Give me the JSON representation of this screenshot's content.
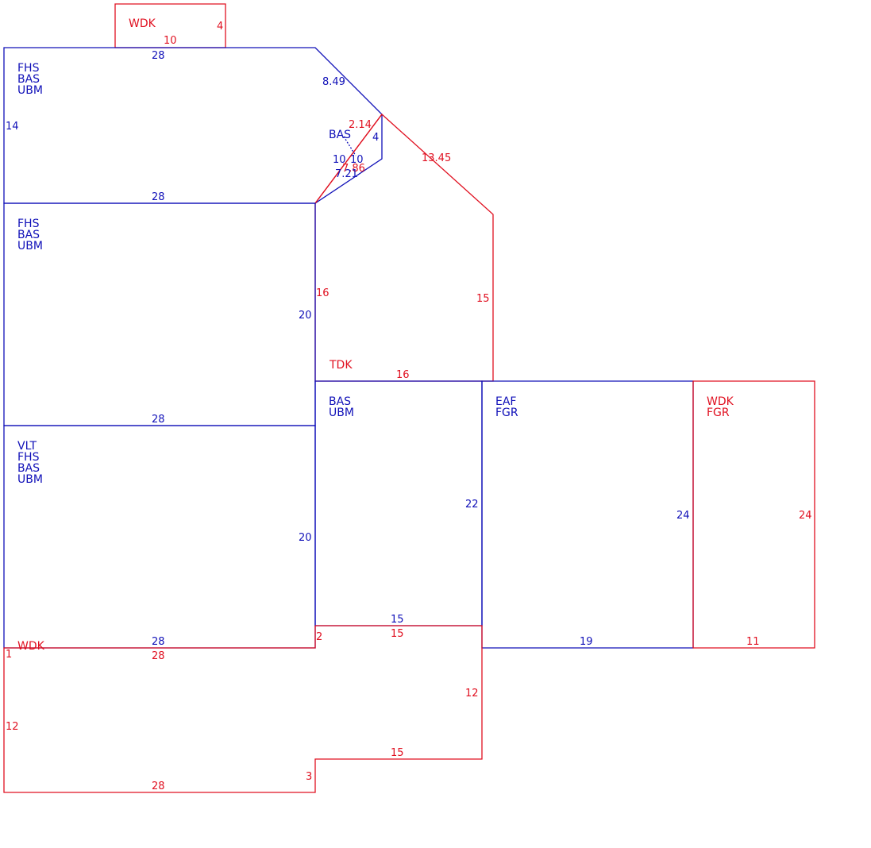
{
  "colors": {
    "blue": "#1010b8",
    "red": "#e01020",
    "background": "#ffffff"
  },
  "areas": [
    {
      "id": "wdk-top",
      "color": "red",
      "lines": [
        "WDK"
      ]
    },
    {
      "id": "upper-left",
      "color": "blue",
      "lines": [
        "FHS",
        "BAS",
        "UBM"
      ]
    },
    {
      "id": "bas-tri",
      "color": "blue",
      "lines": [
        "BAS"
      ]
    },
    {
      "id": "middle-left",
      "color": "blue",
      "lines": [
        "FHS",
        "BAS",
        "UBM"
      ]
    },
    {
      "id": "tdk",
      "color": "red",
      "lines": [
        "TDK"
      ]
    },
    {
      "id": "lower-left",
      "color": "blue",
      "lines": [
        "VLT",
        "FHS",
        "BAS",
        "UBM"
      ]
    },
    {
      "id": "bas-ubm",
      "color": "blue",
      "lines": [
        "BAS",
        "UBM"
      ]
    },
    {
      "id": "eaf-fgr",
      "color": "blue",
      "lines": [
        "EAF",
        "FGR"
      ]
    },
    {
      "id": "wdk-fgr",
      "color": "red",
      "lines": [
        "WDK",
        "FGR"
      ]
    },
    {
      "id": "wdk-bottom",
      "color": "red",
      "lines": [
        "WDK"
      ]
    }
  ],
  "dimensions": [
    {
      "id": "d-wdk-top-bottom",
      "color": "red",
      "value": "10"
    },
    {
      "id": "d-wdk-top-right",
      "color": "red",
      "value": "4"
    },
    {
      "id": "d-ul-top",
      "color": "blue",
      "value": "28"
    },
    {
      "id": "d-ul-diag",
      "color": "blue",
      "value": "8.49"
    },
    {
      "id": "d-ul-left",
      "color": "blue",
      "value": "14"
    },
    {
      "id": "d-ul-bottom",
      "color": "blue",
      "value": "28"
    },
    {
      "id": "d-tri-red",
      "color": "red",
      "value": "2.14"
    },
    {
      "id": "d-tri-right",
      "color": "blue",
      "value": "4"
    },
    {
      "id": "d-tri-ten-a",
      "color": "blue",
      "value": "10"
    },
    {
      "id": "d-tri-ten-b",
      "color": "blue",
      "value": "10"
    },
    {
      "id": "d-tri-red-diag",
      "color": "red",
      "value": "7.86"
    },
    {
      "id": "d-tri-blue-diag",
      "color": "blue",
      "value": "7.21"
    },
    {
      "id": "d-tdk-diag",
      "color": "red",
      "value": "13.45"
    },
    {
      "id": "d-tdk-left",
      "color": "red",
      "value": "16"
    },
    {
      "id": "d-tdk-right",
      "color": "red",
      "value": "15"
    },
    {
      "id": "d-tdk-bottom",
      "color": "red",
      "value": "16"
    },
    {
      "id": "d-ml-right",
      "color": "blue",
      "value": "20"
    },
    {
      "id": "d-ml-bottom",
      "color": "blue",
      "value": "28"
    },
    {
      "id": "d-ll-right",
      "color": "blue",
      "value": "20"
    },
    {
      "id": "d-ll-bottom",
      "color": "blue",
      "value": "28"
    },
    {
      "id": "d-bu-right",
      "color": "blue",
      "value": "22"
    },
    {
      "id": "d-bu-bottom",
      "color": "blue",
      "value": "15"
    },
    {
      "id": "d-eaf-right",
      "color": "blue",
      "value": "24"
    },
    {
      "id": "d-eaf-bottom",
      "color": "blue",
      "value": "19"
    },
    {
      "id": "d-wf-right",
      "color": "red",
      "value": "24"
    },
    {
      "id": "d-wf-bottom",
      "color": "red",
      "value": "11"
    },
    {
      "id": "d-wb-step2",
      "color": "red",
      "value": "2"
    },
    {
      "id": "d-wb-top15",
      "color": "red",
      "value": "15"
    },
    {
      "id": "d-wb-left1",
      "color": "red",
      "value": "1"
    },
    {
      "id": "d-wb-top28",
      "color": "red",
      "value": "28"
    },
    {
      "id": "d-wb-left12",
      "color": "red",
      "value": "12"
    },
    {
      "id": "d-wb-right12",
      "color": "red",
      "value": "12"
    },
    {
      "id": "d-wb-bottom15",
      "color": "red",
      "value": "15"
    },
    {
      "id": "d-wb-step3",
      "color": "red",
      "value": "3"
    },
    {
      "id": "d-wb-bottom28",
      "color": "red",
      "value": "28"
    }
  ]
}
